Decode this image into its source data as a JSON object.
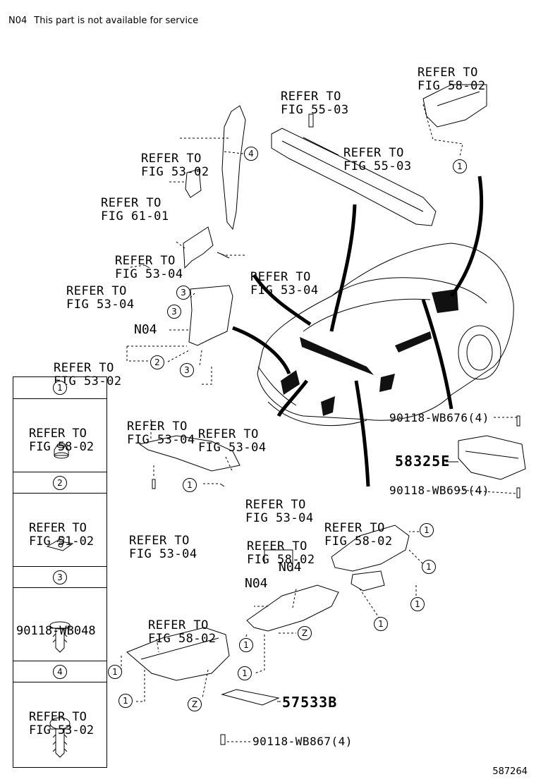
{
  "note": {
    "code": "N04",
    "text": "This part is not available for service"
  },
  "callouts": {
    "fig_58_02_top": [
      "REFER TO",
      "FIG 58-02"
    ],
    "fig_55_03_a": [
      "REFER TO",
      "FIG 55-03"
    ],
    "fig_55_03_b": [
      "REFER TO",
      "FIG 55-03"
    ],
    "fig_53_02_top": [
      "REFER TO",
      "FIG 53-02"
    ],
    "fig_61_01": [
      "REFER TO",
      "FIG 61-01"
    ],
    "fig_53_04_a": [
      "REFER TO",
      "FIG 53-04"
    ],
    "fig_53_04_b": [
      "REFER TO",
      "FIG 53-04"
    ],
    "fig_53_04_c": [
      "REFER TO",
      "FIG 53-04"
    ],
    "fig_53_02_mid": [
      "REFER TO",
      "FIG 53-02"
    ],
    "fig_53_04_d": [
      "REFER TO",
      "FIG 53-04"
    ],
    "fig_53_04_e": [
      "REFER TO",
      "FIG 53-04"
    ],
    "fig_53_04_f": [
      "REFER TO",
      "FIG 53-04"
    ],
    "fig_53_04_g": [
      "REFER TO",
      "FIG 53-04"
    ],
    "fig_58_02_mid": [
      "REFER TO",
      "FIG 58-02"
    ],
    "fig_58_02_right": [
      "REFER TO",
      "FIG 58-02"
    ],
    "fig_58_02_bottom": [
      "REFER TO",
      "FIG 58-02"
    ]
  },
  "n04_labels": [
    "N04",
    "N04",
    "N04"
  ],
  "part_numbers": {
    "wb676": "90118-WB676(4)",
    "p58325e": "58325E",
    "wb695": "90118-WB695(4)",
    "p57533b": "57533B",
    "wb867": "90118-WB867(4)"
  },
  "circle_numbers": {
    "c4": "4",
    "c1": "1",
    "c3": "3",
    "c2": "2",
    "cz": "Z"
  },
  "legend": {
    "rows": [
      {
        "num": "1",
        "text": [
          "REFER TO",
          "FIG 58-02"
        ]
      },
      {
        "num": "2",
        "text": [
          "REFER TO",
          "FIG 51-02"
        ]
      },
      {
        "num": "3",
        "text": [
          "90118-WB048"
        ]
      },
      {
        "num": "4",
        "text": [
          "REFER TO",
          "FIG 53-02"
        ]
      }
    ]
  },
  "figure_id": "587264"
}
